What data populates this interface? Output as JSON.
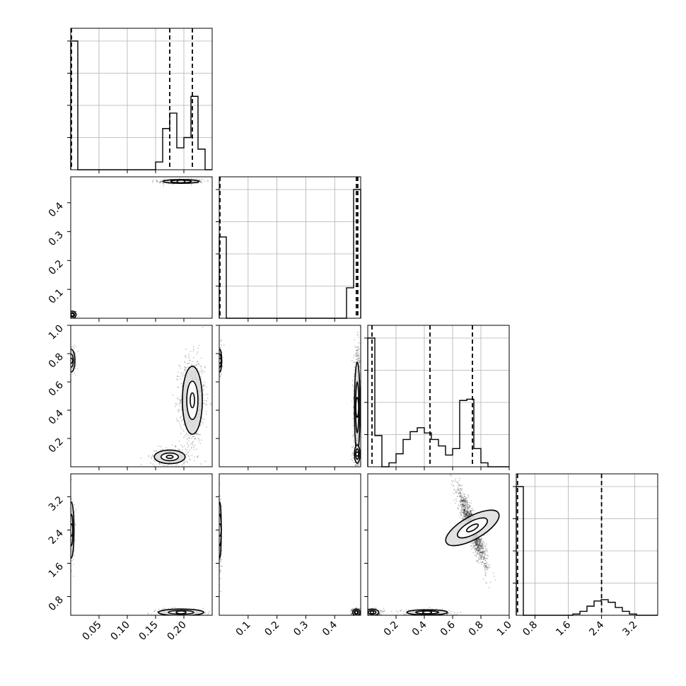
{
  "chart_data": {
    "type": "corner",
    "grid": true,
    "parameters": [
      {
        "range": [
          0.0,
          0.25
        ],
        "ticks": [
          0.05,
          0.1,
          0.15,
          0.2
        ],
        "tick_labels": [
          "0.05",
          "0.10",
          "0.15",
          "0.20"
        ],
        "quantiles": [
          0.0,
          0.175,
          0.215
        ],
        "hist": {
          "edges": [
            0.0,
            0.0125,
            0.025,
            0.0375,
            0.05,
            0.0625,
            0.075,
            0.0875,
            0.1,
            0.1125,
            0.125,
            0.1375,
            0.15,
            0.1625,
            0.175,
            0.1875,
            0.2,
            0.2125,
            0.225,
            0.2375,
            0.25
          ],
          "counts": [
            1.0,
            0,
            0,
            0,
            0,
            0,
            0,
            0,
            0,
            0,
            0,
            0,
            0.06,
            0.32,
            0.44,
            0.17,
            0.25,
            0.57,
            0.16,
            0
          ]
        }
      },
      {
        "range": [
          0.0,
          0.49
        ],
        "ticks": [
          0.1,
          0.2,
          0.3,
          0.4
        ],
        "tick_labels": [
          "0.1",
          "0.2",
          "0.3",
          "0.4"
        ],
        "quantiles": [
          0.0,
          0.475,
          0.48
        ],
        "hist": {
          "edges": [
            0.0,
            0.0245,
            0.049,
            0.0735,
            0.098,
            0.1225,
            0.147,
            0.1715,
            0.196,
            0.2205,
            0.245,
            0.2695,
            0.294,
            0.3185,
            0.343,
            0.3675,
            0.392,
            0.4165,
            0.441,
            0.4655,
            0.49
          ],
          "counts": [
            0.48,
            0,
            0,
            0,
            0,
            0,
            0,
            0,
            0,
            0,
            0,
            0,
            0,
            0,
            0,
            0,
            0,
            0,
            0.18,
            0.76
          ]
        }
      },
      {
        "range": [
          0.0,
          1.0
        ],
        "ticks": [
          0.2,
          0.4,
          0.6,
          0.8,
          1.0
        ],
        "tick_labels": [
          "0.2",
          "0.4",
          "0.6",
          "0.8",
          "1.0"
        ],
        "quantiles": [
          0.03,
          0.44,
          0.74
        ],
        "hist": {
          "edges": [
            0.0,
            0.05,
            0.1,
            0.15,
            0.2,
            0.25,
            0.3,
            0.35,
            0.4,
            0.45,
            0.5,
            0.55,
            0.6,
            0.65,
            0.7,
            0.75,
            0.8,
            0.85,
            0.9,
            0.95,
            1.0
          ],
          "counts": [
            0.99,
            0.24,
            0.0,
            0.03,
            0.1,
            0.21,
            0.27,
            0.3,
            0.26,
            0.21,
            0.16,
            0.09,
            0.14,
            0.51,
            0.52,
            0.14,
            0.03,
            0,
            0,
            0
          ]
        }
      },
      {
        "range": [
          0.35,
          3.75
        ],
        "ticks": [
          0.8,
          1.6,
          2.4,
          3.2
        ],
        "tick_labels": [
          "0.8",
          "1.6",
          "2.4",
          "3.2"
        ],
        "quantiles": [
          0.38,
          2.4
        ],
        "hist": {
          "edges": [
            0.35,
            0.52,
            0.69,
            0.86,
            1.03,
            1.2,
            1.37,
            1.54,
            1.71,
            1.88,
            2.05,
            2.22,
            2.39,
            2.56,
            2.73,
            2.9,
            3.07,
            3.24,
            3.41,
            3.58,
            3.75
          ],
          "counts": [
            0.99,
            0,
            0,
            0,
            0,
            0,
            0,
            0,
            0.01,
            0.03,
            0.07,
            0.11,
            0.12,
            0.1,
            0.06,
            0.03,
            0.01,
            0,
            0,
            0
          ]
        }
      }
    ],
    "pairs": [
      {
        "x": 0,
        "y": 1,
        "clusters": [
          {
            "cx": 0.003,
            "cy": 0.012,
            "sx": 0.004,
            "sy": 0.008,
            "n": 140
          },
          {
            "cx": 0.195,
            "cy": 0.474,
            "sx": 0.02,
            "sy": 0.004,
            "n": 260
          }
        ]
      },
      {
        "x": 0,
        "y": 2,
        "clusters": [
          {
            "cx": 0.001,
            "cy": 0.75,
            "sx": 0.004,
            "sy": 0.05,
            "n": 180
          },
          {
            "cx": 0.215,
            "cy": 0.47,
            "sx": 0.011,
            "sy": 0.15,
            "n": 900
          },
          {
            "cx": 0.175,
            "cy": 0.07,
            "sx": 0.017,
            "sy": 0.03,
            "n": 260
          }
        ]
      },
      {
        "x": 0,
        "y": 3,
        "clusters": [
          {
            "cx": 0.001,
            "cy": 2.4,
            "sx": 0.003,
            "sy": 0.42,
            "n": 220
          },
          {
            "cx": 0.195,
            "cy": 0.42,
            "sx": 0.025,
            "sy": 0.05,
            "n": 240
          }
        ]
      },
      {
        "x": 1,
        "y": 2,
        "clusters": [
          {
            "cx": 0.002,
            "cy": 0.75,
            "sx": 0.004,
            "sy": 0.05,
            "n": 180
          },
          {
            "cx": 0.478,
            "cy": 0.42,
            "sx": 0.006,
            "sy": 0.2,
            "n": 700
          },
          {
            "cx": 0.478,
            "cy": 0.09,
            "sx": 0.006,
            "sy": 0.04,
            "n": 160
          }
        ]
      },
      {
        "x": 1,
        "y": 3,
        "clusters": [
          {
            "cx": 0.002,
            "cy": 2.4,
            "sx": 0.003,
            "sy": 0.42,
            "n": 200
          },
          {
            "cx": 0.475,
            "cy": 0.42,
            "sx": 0.008,
            "sy": 0.05,
            "n": 220
          }
        ]
      },
      {
        "x": 2,
        "y": 3,
        "clusters": [
          {
            "cx": 0.74,
            "cy": 2.45,
            "sx": 0.05,
            "sy": 0.45,
            "n": 1400,
            "corr": -0.9
          },
          {
            "cx": 0.03,
            "cy": 0.42,
            "sx": 0.03,
            "sy": 0.05,
            "n": 200
          },
          {
            "cx": 0.42,
            "cy": 0.42,
            "sx": 0.09,
            "sy": 0.04,
            "n": 260
          }
        ]
      }
    ]
  }
}
